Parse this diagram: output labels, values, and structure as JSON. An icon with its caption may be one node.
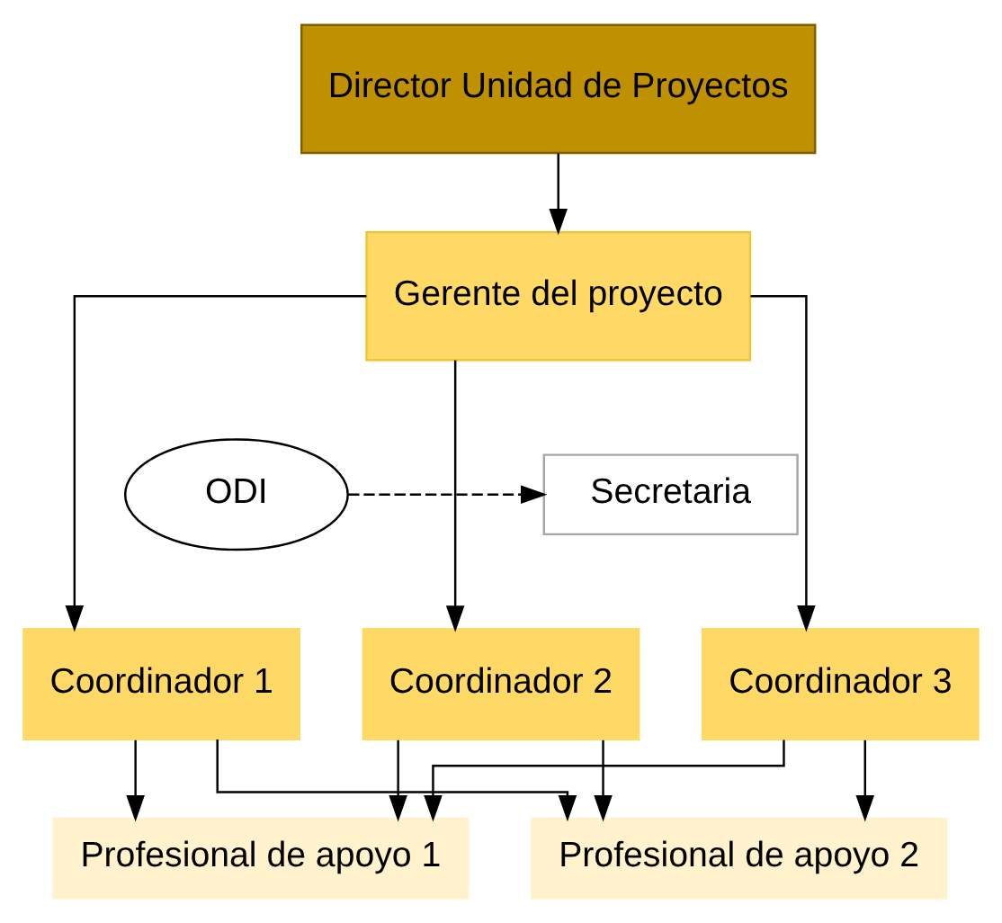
{
  "diagram": {
    "nodes": [
      {
        "text": [
          "Director Unidad de Proyectos"
        ]
      },
      {
        "text": [
          "Gerente del proyecto"
        ]
      },
      {
        "text": [
          "Secretaria"
        ]
      },
      {
        "text": [
          "ODI"
        ]
      },
      {
        "text": [
          "Coordinador 1"
        ]
      },
      {
        "text": [
          "Coordinador 2"
        ]
      },
      {
        "text": [
          "Coordinador 3"
        ]
      },
      {
        "text": [
          "Profesional de apoyo 1"
        ]
      },
      {
        "text": [
          "Profesional de apoyo 2"
        ]
      }
    ],
    "edges": [
      {
        "from": 0,
        "to": 1,
        "arrow": "to"
      },
      {
        "from": 3,
        "to": 2,
        "arrow": "to",
        "style": "dashed"
      },
      {
        "from": 1,
        "to": 4,
        "arrow": "to"
      },
      {
        "from": 1,
        "to": 5,
        "arrow": "to"
      },
      {
        "from": 1,
        "to": 6,
        "arrow": "to"
      },
      {
        "from": 4,
        "to": 7,
        "arrow": "to"
      },
      {
        "from": 5,
        "to": 7,
        "arrow": "to"
      },
      {
        "from": 6,
        "to": 7,
        "arrow": "to"
      },
      {
        "from": 4,
        "to": 8,
        "arrow": "to"
      },
      {
        "from": 5,
        "to": 8,
        "arrow": "to"
      },
      {
        "from": 6,
        "to": 8,
        "arrow": "to"
      }
    ]
  }
}
